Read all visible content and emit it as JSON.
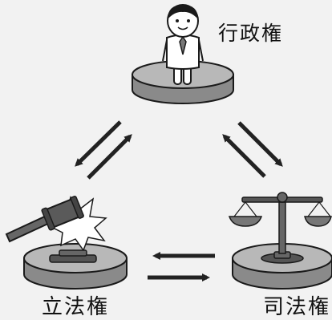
{
  "labels": {
    "executive": "行政権",
    "legislative": "立法権",
    "judicial": "司法権"
  },
  "colors": {
    "background": "#f2f2f2",
    "platform_top": "#b8b8b8",
    "platform_side": "#8a8a8a",
    "outline": "#1a1a1a",
    "arrow": "#222222"
  },
  "icons": {
    "executive": "person-icon",
    "legislative": "gavel-icon",
    "judicial": "scales-icon"
  }
}
